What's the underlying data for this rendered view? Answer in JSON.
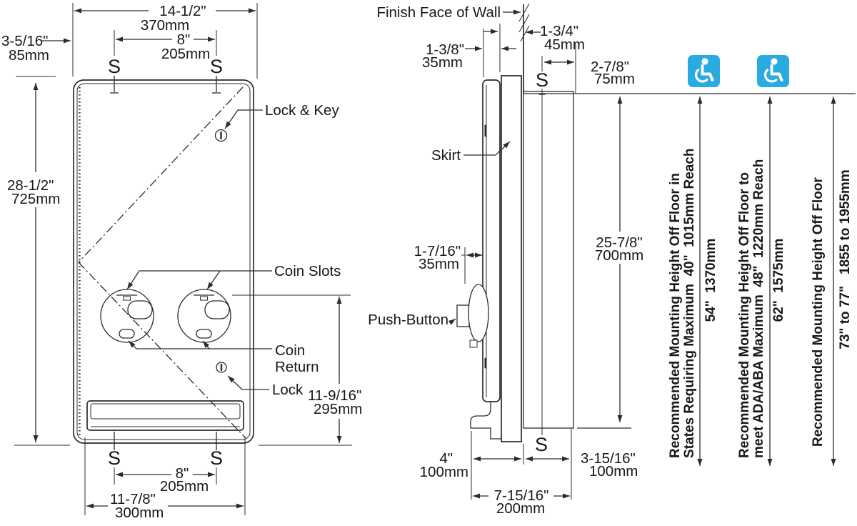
{
  "shared": {
    "stud_symbol": "S"
  },
  "colors": {
    "note_red": "#E8352A",
    "ada_blue": "#29ABE2",
    "line": "#2B2B2B"
  },
  "front": {
    "width_in": "14-1/2\"",
    "width_mm": "370mm",
    "stud_top_in": "8\"",
    "stud_top_mm": "205mm",
    "offset_in": "3-5/16\"",
    "offset_mm": "85mm",
    "height_in": "28-1/2\"",
    "height_mm": "725mm",
    "lower_in": "11-9/16\"",
    "lower_mm": "295mm",
    "stud_bot_in": "8\"",
    "stud_bot_mm": "205mm",
    "base_in": "11-7/8\"",
    "base_mm": "300mm",
    "lock_key_label": "Lock & Key",
    "coin_slots_label": "Coin Slots",
    "coin_return_line1": "Coin",
    "coin_return_line2": "Return",
    "lock_label": "Lock"
  },
  "side": {
    "wall_label": "Finish Face of Wall",
    "skirt_label": "Skirt",
    "push_button_label": "Push-Button",
    "d1_in": "1-3/8\"",
    "d1_mm": "35mm",
    "d2_in": "1-3/4\"",
    "d2_mm": "45mm",
    "d3_in": "2-7/8\"",
    "d3_mm": "75mm",
    "d4_in": "25-7/8\"",
    "d4_mm": "700mm",
    "d5_in": "1-7/16\"",
    "d5_mm": "35mm",
    "d6_in": "4\"",
    "d6_mm": "100mm",
    "d7_in": "7-15/16\"",
    "d7_mm": "200mm",
    "d8_in": "3-15/16\"",
    "d8_mm": "100mm"
  },
  "notes": [
    {
      "line1": "Recommended Mounting Height Off Floor in",
      "line2": "States Requiring Maximum  40\"  1015mm Reach",
      "value": "54\"  1370mm"
    },
    {
      "line1": "Recommended Mounting Height Off Floor to",
      "line2": "meet ADA/ABA Maximum  48\"  1220mm Reach",
      "value": "62\"  1575mm"
    },
    {
      "line1": "Recommended Mounting Height Off Floor",
      "value": "73\" to 77\"   1855 to 1955mm"
    }
  ]
}
